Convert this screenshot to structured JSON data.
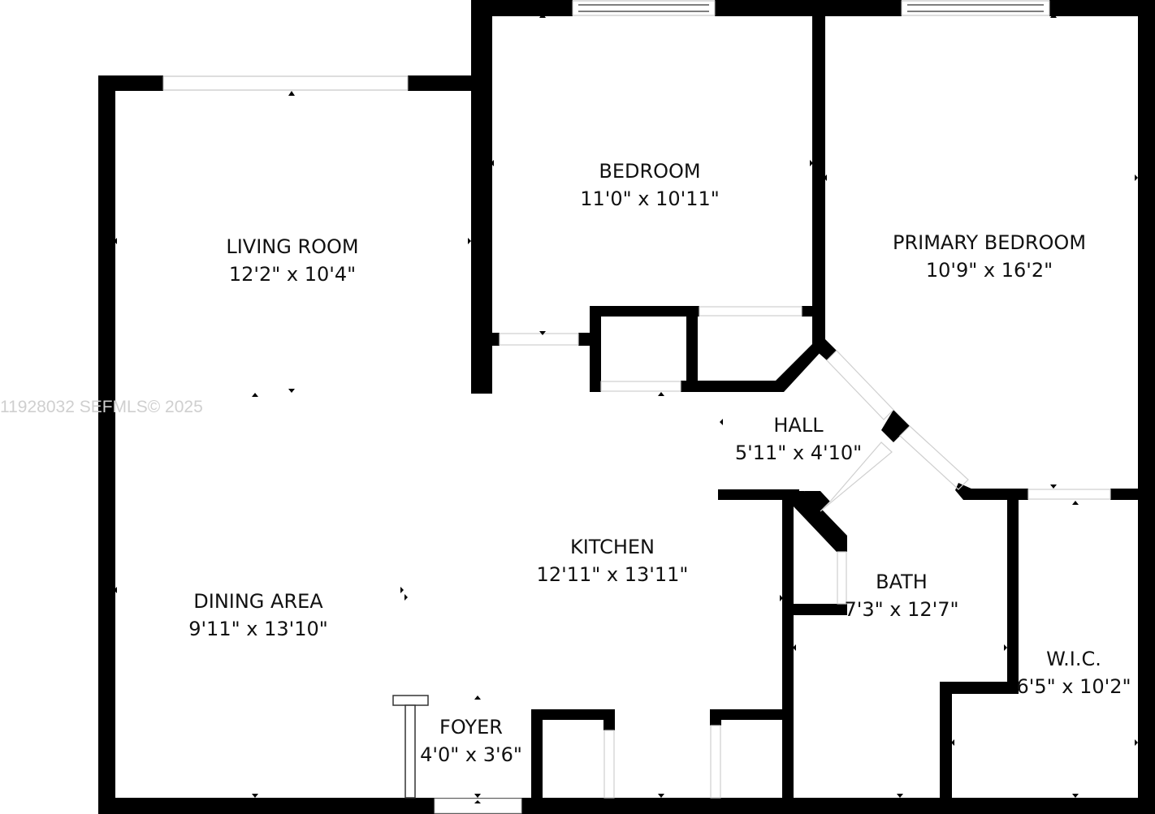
{
  "watermark": "11928032  SEFMLS© 2025",
  "rooms": {
    "bedroom": {
      "name": "BEDROOM",
      "size": "11'0\" x 10'11\""
    },
    "primary": {
      "name": "PRIMARY BEDROOM",
      "size": "10'9\" x 16'2\""
    },
    "living": {
      "name": "LIVING ROOM",
      "size": "12'2\" x 10'4\""
    },
    "hall": {
      "name": "HALL",
      "size": "5'11\" x 4'10\""
    },
    "kitchen": {
      "name": "KITCHEN",
      "size": "12'11\" x 13'11\""
    },
    "bath": {
      "name": "BATH",
      "size": "7'3\" x 12'7\""
    },
    "dining": {
      "name": "DINING AREA",
      "size": "9'11\" x 13'10\""
    },
    "wic": {
      "name": "W.I.C.",
      "size": "6'5\" x 10'2\""
    },
    "foyer": {
      "name": "FOYER",
      "size": "4'0\" x 3'6\""
    }
  },
  "colors": {
    "wall": "#000000",
    "background": "#ffffff",
    "window": "#ffffff"
  }
}
